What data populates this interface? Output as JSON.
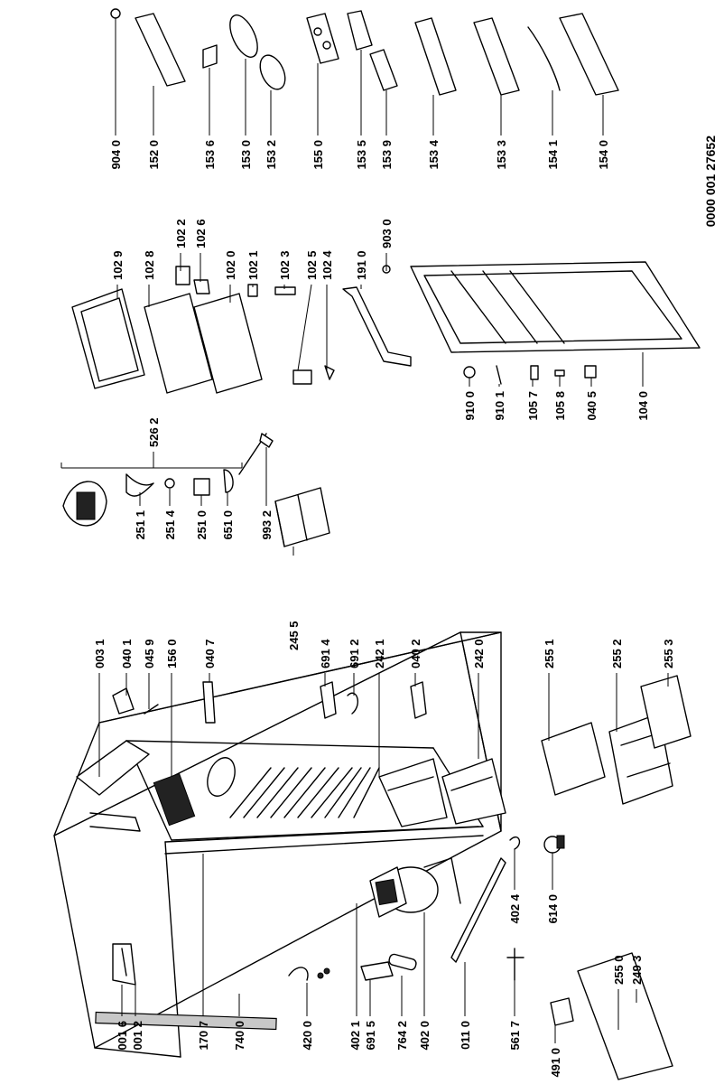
{
  "document_number": "0000 001 27652",
  "labels": {
    "l0016": "001 6",
    "l0012": "001 2",
    "l1707": "170 7",
    "l7400": "740 0",
    "l4200": "420 0",
    "l4021": "402 1",
    "l6915": "691 5",
    "l7642": "764 2",
    "l4020": "402 0",
    "l0110": "011 0",
    "l5617": "561 7",
    "l4910": "491 0",
    "l4024": "402 4",
    "l6140": "614 0",
    "l2550": "255 0",
    "l2493": "249 3",
    "l0031": "003 1",
    "l0401": "040 1",
    "l0459": "045 9",
    "l1560": "156 0",
    "l0407": "040 7",
    "l6914": "691 4",
    "l6912": "691 2",
    "l2421": "242 1",
    "l0402": "040 2",
    "l2420": "242 0",
    "l2455": "245 5",
    "l2551": "255 1",
    "l2552": "255 2",
    "l2553": "255 3",
    "l2511": "251 1",
    "l2514": "251 4",
    "l2510": "251 0",
    "l6510": "651 0",
    "l9932": "993 2",
    "l5262": "526 2",
    "l1029": "102 9",
    "l1028": "102 8",
    "l1022": "102 2",
    "l1026": "102 6",
    "l1020": "102 0",
    "l1021": "102 1",
    "l1023": "102 3",
    "l1025": "102 5",
    "l1024": "102 4",
    "l1910": "191 0",
    "l9030": "903 0",
    "l9100": "910 0",
    "l9101": "910 1",
    "l1057": "105 7",
    "l1058": "105 8",
    "l0405": "040 5",
    "l1040": "104 0",
    "l9040": "904 0",
    "l1520": "152 0",
    "l1536": "153 6",
    "l1530": "153 0",
    "l1532": "153 2",
    "l1550": "155 0",
    "l1535": "153 5",
    "l1539": "153 9",
    "l1534": "153 4",
    "l1533": "153 3",
    "l1541": "154 1",
    "l1540": "154 0"
  }
}
